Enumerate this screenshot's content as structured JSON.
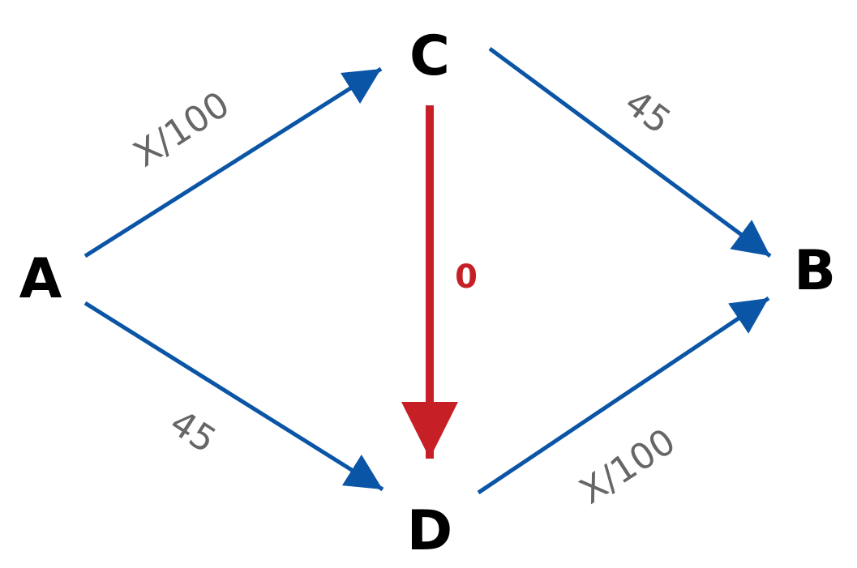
{
  "colors": {
    "edge": "#0b55a6",
    "zero_edge": "#c62026",
    "label": "#666666",
    "node": "#000000"
  },
  "nodes": {
    "a": "A",
    "b": "B",
    "c": "C",
    "d": "D"
  },
  "edges": {
    "a_c": {
      "from": "A",
      "to": "C",
      "label": "X/100"
    },
    "c_b": {
      "from": "C",
      "to": "B",
      "label": "45"
    },
    "c_d": {
      "from": "C",
      "to": "D",
      "label": "0"
    },
    "a_d": {
      "from": "A",
      "to": "D",
      "label": "45"
    },
    "d_b": {
      "from": "D",
      "to": "B",
      "label": "X/100"
    }
  }
}
